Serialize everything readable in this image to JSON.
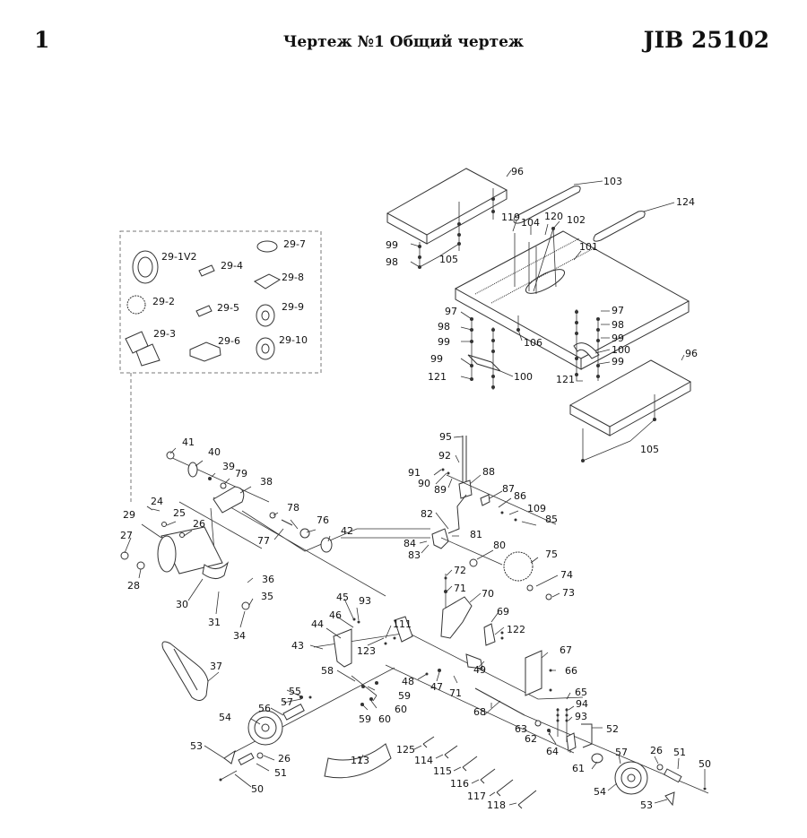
{
  "header": {
    "page_number": "1",
    "title": "Чертеж №1 Общий чертеж",
    "model": "JIB 25102"
  },
  "inset": {
    "labels": [
      "29-1V2",
      "29-2",
      "29-3",
      "29-4",
      "29-5",
      "29-6",
      "29-7",
      "29-8",
      "29-9",
      "29-10"
    ]
  },
  "table_assembly": {
    "labels": [
      "96",
      "103",
      "124",
      "119",
      "104",
      "120",
      "102",
      "101",
      "99",
      "98",
      "105",
      "97",
      "98",
      "99",
      "99",
      "121",
      "100",
      "106",
      "97",
      "98",
      "99",
      "100",
      "99",
      "121",
      "96",
      "105"
    ]
  },
  "motor_assembly": {
    "labels": [
      "41",
      "40",
      "39",
      "79",
      "38",
      "24",
      "25",
      "26",
      "29",
      "27",
      "28",
      "30",
      "31",
      "36",
      "35",
      "34",
      "78",
      "76",
      "77",
      "42"
    ]
  },
  "tilt_assembly": {
    "labels": [
      "95",
      "92",
      "91",
      "90",
      "89",
      "88",
      "87",
      "86",
      "109",
      "85",
      "82",
      "81",
      "84",
      "83",
      "80",
      "75",
      "74",
      "73"
    ]
  },
  "trunnion_assembly": {
    "labels": [
      "72",
      "71",
      "70",
      "69",
      "122",
      "45",
      "93",
      "46",
      "44",
      "43",
      "111",
      "123",
      "67",
      "66",
      "49",
      "58",
      "48",
      "47",
      "71"
    ]
  },
  "handwheel_left": {
    "labels": [
      "37",
      "55",
      "57",
      "56",
      "59",
      "60",
      "59",
      "60",
      "54",
      "53",
      "26",
      "51",
      "50",
      "113"
    ]
  },
  "handwheel_right": {
    "labels": [
      "68",
      "65",
      "94",
      "93",
      "52",
      "63",
      "62",
      "64",
      "61",
      "57",
      "26",
      "51",
      "50",
      "54",
      "53"
    ]
  },
  "wrenches": {
    "labels": [
      "125",
      "114",
      "115",
      "116",
      "117",
      "118"
    ]
  }
}
